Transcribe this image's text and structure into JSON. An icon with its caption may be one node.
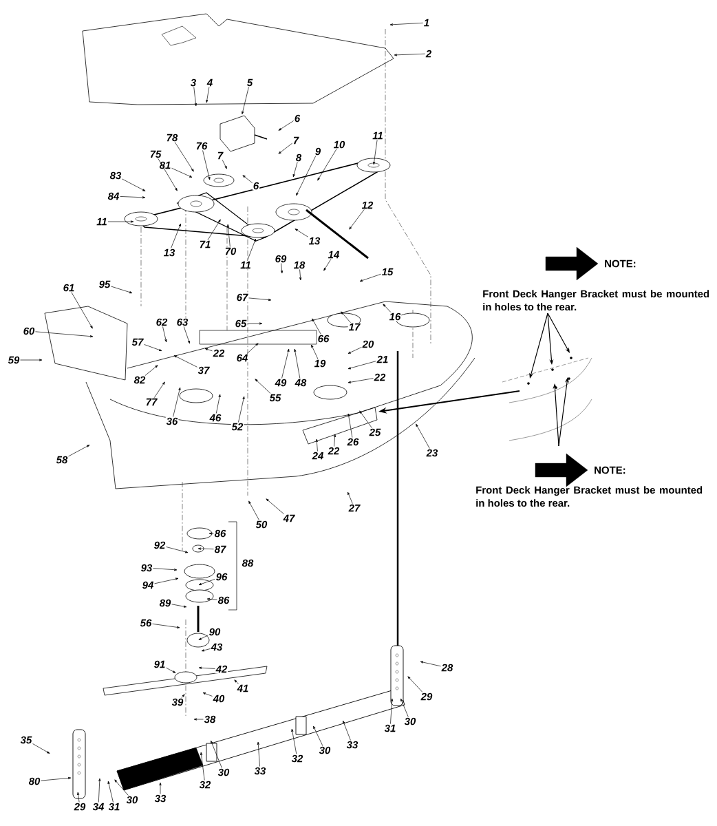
{
  "diagram": {
    "nodes": [
      {
        "text": [
          "1"
        ]
      },
      {
        "text": [
          "2"
        ]
      },
      {
        "text": [
          "3"
        ]
      },
      {
        "text": [
          "4"
        ]
      },
      {
        "text": [
          "5"
        ]
      },
      {
        "text": [
          "6"
        ]
      },
      {
        "text": [
          "7"
        ]
      },
      {
        "text": [
          "78"
        ]
      },
      {
        "text": [
          "76"
        ]
      },
      {
        "text": [
          "7"
        ]
      },
      {
        "text": [
          "6"
        ]
      },
      {
        "text": [
          "81"
        ]
      },
      {
        "text": [
          "75"
        ]
      },
      {
        "text": [
          "83"
        ]
      },
      {
        "text": [
          "84"
        ]
      },
      {
        "text": [
          "11"
        ]
      },
      {
        "text": [
          "8"
        ]
      },
      {
        "text": [
          "9"
        ]
      },
      {
        "text": [
          "10"
        ]
      },
      {
        "text": [
          "11"
        ]
      },
      {
        "text": [
          "12"
        ]
      },
      {
        "text": [
          "13"
        ]
      },
      {
        "text": [
          "71"
        ]
      },
      {
        "text": [
          "70"
        ]
      },
      {
        "text": [
          "11"
        ]
      },
      {
        "text": [
          "13"
        ]
      },
      {
        "text": [
          "69"
        ]
      },
      {
        "text": [
          "18"
        ]
      },
      {
        "text": [
          "14"
        ]
      },
      {
        "text": [
          "15"
        ]
      },
      {
        "text": [
          "95"
        ]
      },
      {
        "text": [
          "61"
        ]
      },
      {
        "text": [
          "67"
        ]
      },
      {
        "text": [
          "16"
        ]
      },
      {
        "text": [
          "17"
        ]
      },
      {
        "text": [
          "65"
        ]
      },
      {
        "text": [
          "66"
        ]
      },
      {
        "text": [
          "60"
        ]
      },
      {
        "text": [
          "62"
        ]
      },
      {
        "text": [
          "63"
        ]
      },
      {
        "text": [
          "57"
        ]
      },
      {
        "text": [
          "22"
        ]
      },
      {
        "text": [
          "37"
        ]
      },
      {
        "text": [
          "64"
        ]
      },
      {
        "text": [
          "19"
        ]
      },
      {
        "text": [
          "20"
        ]
      },
      {
        "text": [
          "21"
        ]
      },
      {
        "text": [
          "22"
        ]
      },
      {
        "text": [
          "59"
        ]
      },
      {
        "text": [
          "82"
        ]
      },
      {
        "text": [
          "77"
        ]
      },
      {
        "text": [
          "36"
        ]
      },
      {
        "text": [
          "46"
        ]
      },
      {
        "text": [
          "52"
        ]
      },
      {
        "text": [
          "55"
        ]
      },
      {
        "text": [
          "49"
        ]
      },
      {
        "text": [
          "48"
        ]
      },
      {
        "text": [
          "58"
        ]
      },
      {
        "text": [
          "24"
        ]
      },
      {
        "text": [
          "22"
        ]
      },
      {
        "text": [
          "26"
        ]
      },
      {
        "text": [
          "25"
        ]
      },
      {
        "text": [
          "23"
        ]
      },
      {
        "text": [
          "50"
        ]
      },
      {
        "text": [
          "47"
        ]
      },
      {
        "text": [
          "27"
        ]
      },
      {
        "text": [
          "86"
        ]
      },
      {
        "text": [
          "87"
        ]
      },
      {
        "text": [
          "92"
        ]
      },
      {
        "text": [
          "93"
        ]
      },
      {
        "text": [
          "94"
        ]
      },
      {
        "text": [
          "96"
        ]
      },
      {
        "text": [
          "86"
        ]
      },
      {
        "text": [
          "89"
        ]
      },
      {
        "text": [
          "56"
        ]
      },
      {
        "text": [
          "90"
        ]
      },
      {
        "text": [
          "43"
        ]
      },
      {
        "text": [
          "42"
        ]
      },
      {
        "text": [
          "91"
        ]
      },
      {
        "text": [
          "41"
        ]
      },
      {
        "text": [
          "39"
        ]
      },
      {
        "text": [
          "40"
        ]
      },
      {
        "text": [
          "38"
        ]
      },
      {
        "text": [
          "28"
        ]
      },
      {
        "text": [
          "29"
        ]
      },
      {
        "text": [
          "30"
        ]
      },
      {
        "text": [
          "31"
        ]
      },
      {
        "text": [
          "33"
        ]
      },
      {
        "text": [
          "30"
        ]
      },
      {
        "text": [
          "32"
        ]
      },
      {
        "text": [
          "33"
        ]
      },
      {
        "text": [
          "30"
        ]
      },
      {
        "text": [
          "32"
        ]
      },
      {
        "text": [
          "33"
        ]
      },
      {
        "text": [
          "35"
        ]
      },
      {
        "text": [
          "80"
        ]
      },
      {
        "text": [
          "29"
        ]
      },
      {
        "text": [
          "34"
        ]
      },
      {
        "text": [
          "31"
        ]
      },
      {
        "text": [
          "30"
        ]
      },
      {
        "text": [],
        "shape": "picture"
      }
    ],
    "edges": [
      {
        "from": 0,
        "to": null,
        "arrow": "to"
      },
      {
        "from": 1,
        "to": null,
        "arrow": "to"
      },
      {
        "from": 2,
        "to": null,
        "arrow": "to"
      },
      {
        "from": 3,
        "to": null,
        "arrow": "to"
      },
      {
        "from": 4,
        "to": 100,
        "arrow": "to"
      },
      {
        "from": 5,
        "to": null,
        "arrow": "to"
      },
      {
        "from": 6,
        "to": null,
        "arrow": "to"
      },
      {
        "from": 7,
        "to": null,
        "arrow": "to"
      },
      {
        "from": 8,
        "to": null,
        "arrow": "to"
      },
      {
        "from": 9,
        "to": null,
        "arrow": "to"
      },
      {
        "from": 10,
        "to": null,
        "arrow": "to"
      },
      {
        "from": 11,
        "to": null,
        "arrow": "to"
      },
      {
        "from": 12,
        "to": null,
        "arrow": "to"
      },
      {
        "from": 13,
        "to": null,
        "arrow": "to"
      },
      {
        "from": 14,
        "to": null,
        "arrow": "to"
      },
      {
        "from": 15,
        "to": null,
        "arrow": "to"
      },
      {
        "from": 16,
        "to": null,
        "arrow": "to"
      },
      {
        "from": 17,
        "to": null,
        "arrow": "to"
      },
      {
        "from": 18,
        "to": null,
        "arrow": "to"
      },
      {
        "from": 19,
        "to": null,
        "arrow": "to"
      },
      {
        "from": 20,
        "to": null,
        "arrow": "to"
      },
      {
        "from": 21,
        "to": null,
        "arrow": "to"
      },
      {
        "from": 22,
        "to": null,
        "arrow": "to"
      },
      {
        "from": 23,
        "to": null,
        "arrow": "to"
      },
      {
        "from": 24,
        "to": null,
        "arrow": "to"
      },
      {
        "from": 25,
        "to": null,
        "arrow": "to"
      },
      {
        "from": 26,
        "to": null,
        "arrow": "to"
      },
      {
        "from": 27,
        "to": null,
        "arrow": "to"
      },
      {
        "from": 28,
        "to": null,
        "arrow": "to"
      },
      {
        "from": 29,
        "to": null,
        "arrow": "to"
      },
      {
        "from": 30,
        "to": null,
        "arrow": "to"
      },
      {
        "from": 31,
        "to": null,
        "arrow": "to"
      },
      {
        "from": 32,
        "to": null,
        "arrow": "to"
      },
      {
        "from": 33,
        "to": null,
        "arrow": "to"
      },
      {
        "from": 34,
        "to": null,
        "arrow": "to"
      },
      {
        "from": 35,
        "to": null,
        "arrow": "to"
      },
      {
        "from": 36,
        "to": null,
        "arrow": "to"
      },
      {
        "from": 37,
        "to": null,
        "arrow": "to"
      },
      {
        "from": 38,
        "to": null,
        "arrow": "to"
      },
      {
        "from": 39,
        "to": null,
        "arrow": "to"
      },
      {
        "from": 40,
        "to": null,
        "arrow": "to"
      },
      {
        "from": 41,
        "to": null,
        "arrow": "to"
      },
      {
        "from": 42,
        "to": null,
        "arrow": "to"
      },
      {
        "from": 43,
        "to": null,
        "arrow": "to"
      },
      {
        "from": 44,
        "to": null,
        "arrow": "to"
      },
      {
        "from": 45,
        "to": null,
        "arrow": "to"
      },
      {
        "from": 46,
        "to": null,
        "arrow": "to"
      },
      {
        "from": 47,
        "to": null,
        "arrow": "to"
      },
      {
        "from": 48,
        "to": null,
        "arrow": "to"
      },
      {
        "from": 49,
        "to": null,
        "arrow": "to"
      },
      {
        "from": 50,
        "to": null,
        "arrow": "to"
      },
      {
        "from": 51,
        "to": null,
        "arrow": "to"
      },
      {
        "from": 52,
        "to": null,
        "arrow": "to"
      },
      {
        "from": 53,
        "to": null,
        "arrow": "to"
      },
      {
        "from": 54,
        "to": null,
        "arrow": "to"
      },
      {
        "from": 55,
        "to": null,
        "arrow": "to"
      },
      {
        "from": 56,
        "to": null,
        "arrow": "to"
      },
      {
        "from": 57,
        "to": null,
        "arrow": "to"
      },
      {
        "from": 58,
        "to": null,
        "arrow": "to"
      },
      {
        "from": 59,
        "to": null,
        "arrow": "to"
      },
      {
        "from": 60,
        "to": null,
        "arrow": "to"
      },
      {
        "from": 61,
        "to": null,
        "arrow": "to"
      },
      {
        "from": 62,
        "to": null,
        "arrow": "to"
      },
      {
        "from": 63,
        "to": null,
        "arrow": "to"
      },
      {
        "from": 64,
        "to": null,
        "arrow": "to"
      },
      {
        "from": 65,
        "to": null,
        "arrow": "to"
      },
      {
        "from": 66,
        "to": null,
        "arrow": "to"
      },
      {
        "from": 67,
        "to": null,
        "arrow": "to"
      },
      {
        "from": 68,
        "to": null,
        "arrow": "to"
      },
      {
        "from": 69,
        "to": null,
        "arrow": "to"
      },
      {
        "from": 70,
        "to": null,
        "arrow": "to"
      },
      {
        "from": 71,
        "to": null,
        "arrow": "to"
      },
      {
        "from": 72,
        "to": null,
        "arrow": "to"
      },
      {
        "from": 73,
        "to": null,
        "arrow": "to"
      },
      {
        "from": 74,
        "to": null,
        "arrow": "to"
      },
      {
        "from": 75,
        "to": null,
        "arrow": "to"
      },
      {
        "from": 76,
        "to": null,
        "arrow": "to"
      },
      {
        "from": 77,
        "to": null,
        "arrow": "to"
      },
      {
        "from": 78,
        "to": null,
        "arrow": "to"
      },
      {
        "from": 79,
        "to": null,
        "arrow": "to"
      },
      {
        "from": 80,
        "to": null,
        "arrow": "to"
      },
      {
        "from": 81,
        "to": null,
        "arrow": "to"
      },
      {
        "from": 82,
        "to": null,
        "arrow": "to"
      },
      {
        "from": 83,
        "to": null,
        "arrow": "to"
      },
      {
        "from": 84,
        "to": null,
        "arrow": "to"
      },
      {
        "from": 85,
        "to": null,
        "arrow": "to"
      },
      {
        "from": 86,
        "to": null,
        "arrow": "to"
      },
      {
        "from": 87,
        "to": null,
        "arrow": "to"
      },
      {
        "from": 88,
        "to": null,
        "arrow": "to"
      },
      {
        "from": 89,
        "to": null,
        "arrow": "to"
      },
      {
        "from": 90,
        "to": null,
        "arrow": "to"
      },
      {
        "from": 91,
        "to": null,
        "arrow": "to"
      },
      {
        "from": 92,
        "to": null,
        "arrow": "to"
      },
      {
        "from": 93,
        "to": null,
        "arrow": "to"
      },
      {
        "from": 94,
        "to": null,
        "arrow": "to"
      },
      {
        "from": 95,
        "to": null,
        "arrow": "to"
      },
      {
        "from": 96,
        "to": null,
        "arrow": "to"
      },
      {
        "from": 97,
        "to": null,
        "arrow": "to"
      },
      {
        "from": 98,
        "to": null,
        "arrow": "to"
      },
      {
        "from": 99,
        "to": null,
        "arrow": "to"
      }
    ],
    "labels": [
      "NOTE:",
      "Front Deck Hanger Bracket must be mounted in holes to the rear.",
      "NOTE:",
      "Front Deck Hanger Bracket must be mounted in holes to the rear.",
      "88"
    ]
  }
}
